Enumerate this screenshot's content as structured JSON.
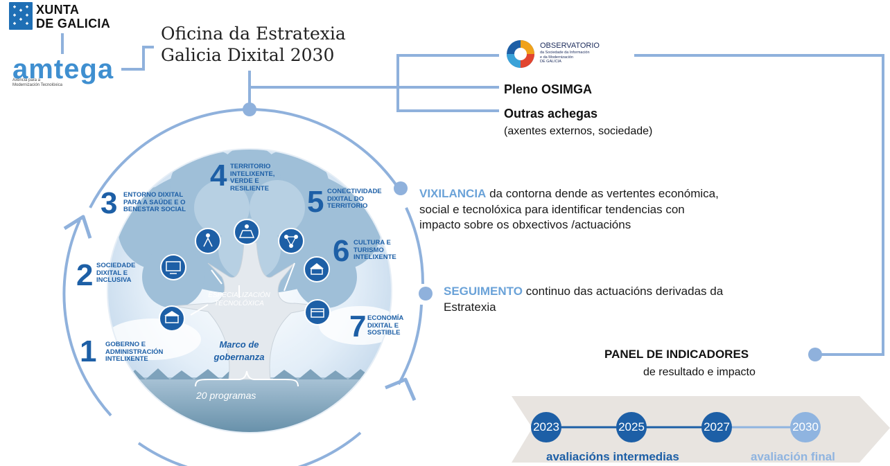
{
  "logos": {
    "xunta_line1": "XUNTA",
    "xunta_line2": "DE GALICIA",
    "amtega": "amtega",
    "amtega_sub1": "Axencia para a",
    "amtega_sub2": "Modernización Tecnolóxica"
  },
  "office": {
    "line1": "Oficina da Estratexia",
    "line2": "Galicia Dixital 2030"
  },
  "observatorio": {
    "title": "OBSERVATORIO",
    "sub1": "da Sociedade da Información",
    "sub2": "e da Modernización",
    "sub3": "DE GALICIA"
  },
  "pleno": "Pleno OSIMGA",
  "outras": {
    "title": "Outras achegas",
    "sub": "(axentes externos, sociedade)"
  },
  "vixilancia": {
    "keyword": "VIXILANCIA",
    "text": " da contorna dende as vertentes económica, social e tecnolóxica para identificar  tendencias con impacto sobre os obxectivos /actuacións"
  },
  "seguimento": {
    "keyword": "SEGUIMENTO",
    "text": " continuo das actuacións derivadas da Estratexia"
  },
  "panel": {
    "title": "PANEL DE INDICADORES",
    "sub": "de resultado e impacto"
  },
  "tree": {
    "axes": [
      {
        "num": "1",
        "label": "GOBERNO E ADMINISTRACIÓN INTELIXENTE",
        "icon": "government-icon"
      },
      {
        "num": "2",
        "label": "SOCIEDADE DIXITAL E INCLUSIVA",
        "icon": "computer-icon"
      },
      {
        "num": "3",
        "label": "ENTORNO DIXITAL PARA A SAÚDE E O BENESTAR SOCIAL",
        "icon": "health-icon"
      },
      {
        "num": "4",
        "label": "TERRITORIO INTELIXENTE, VERDE E RESILIENTE",
        "icon": "solar-panel-icon"
      },
      {
        "num": "5",
        "label": "CONECTIVIDADE DIXITAL DO TERRITORIO",
        "icon": "network-icon"
      },
      {
        "num": "6",
        "label": "CULTURA E TURISMO INTELIXENTE",
        "icon": "culture-icon"
      },
      {
        "num": "7",
        "label": "ECONOMÍA DIXITAL E SOSTIBLE",
        "icon": "shop-icon"
      }
    ],
    "especializacion_1": "ESPECIALIZACIÓN",
    "especializacion_2": "TECNOLÓXICA",
    "marco_1": "Marco de",
    "marco_2": "gobernanza",
    "programas": "20 programas"
  },
  "timeline": {
    "years": [
      "2023",
      "2025",
      "2027",
      "2030"
    ],
    "intermedias": "avaliacións intermedias",
    "final": "avaliación final"
  },
  "colors": {
    "connector": "#8fb1dc",
    "dark_blue": "#1d5fa6",
    "light_blue": "#6aa2d8"
  }
}
